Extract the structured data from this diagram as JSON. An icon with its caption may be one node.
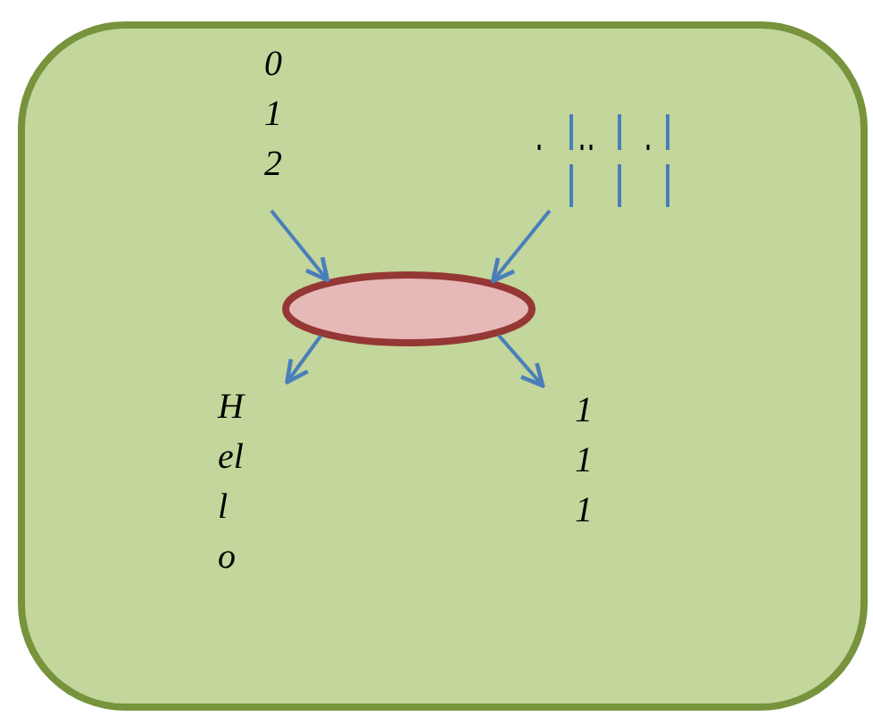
{
  "diagram": {
    "nodes": [
      {
        "text": [],
        "shape": "box"
      },
      {
        "text": [
          "012"
        ],
        "in": 0
      },
      {
        "text": [],
        "shape": "picture",
        "in": 0
      },
      {
        "text": [],
        "shape": "ellipse",
        "in": 0
      },
      {
        "text": [
          "Hello"
        ],
        "in": 0
      },
      {
        "text": [
          "111"
        ],
        "in": 0
      }
    ],
    "edges": [
      {
        "from": 1,
        "to": 3,
        "arrow": "to"
      },
      {
        "from": 2,
        "to": 3,
        "arrow": "to"
      },
      {
        "from": 3,
        "to": 4,
        "arrow": "to"
      },
      {
        "from": 3,
        "to": 5,
        "arrow": "to"
      }
    ]
  }
}
